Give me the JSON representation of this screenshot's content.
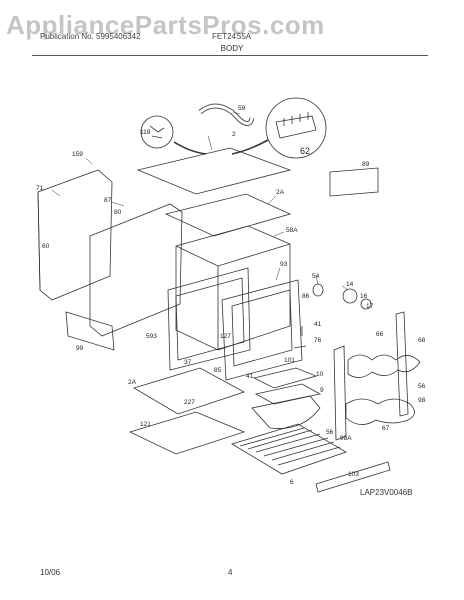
{
  "watermark": "AppliancePartsPros.com",
  "header": {
    "publication": "Publication No. 5995406342",
    "model": "FET24S5A",
    "section": "BODY"
  },
  "callouts": [
    "59",
    "119",
    "2",
    "62",
    "159",
    "89",
    "71",
    "87",
    "2A",
    "80",
    "60",
    "58A",
    "93",
    "54",
    "14",
    "16",
    "17",
    "86",
    "66",
    "127",
    "41",
    "76",
    "68",
    "99",
    "593",
    "37",
    "85",
    "101",
    "10",
    "56",
    "98",
    "9",
    "2A",
    "227",
    "56",
    "98A",
    "67",
    "121",
    "6",
    "103",
    "41"
  ],
  "diagram_code": "LAP23V0046B",
  "footer": {
    "date": "10/06",
    "page": "4"
  }
}
